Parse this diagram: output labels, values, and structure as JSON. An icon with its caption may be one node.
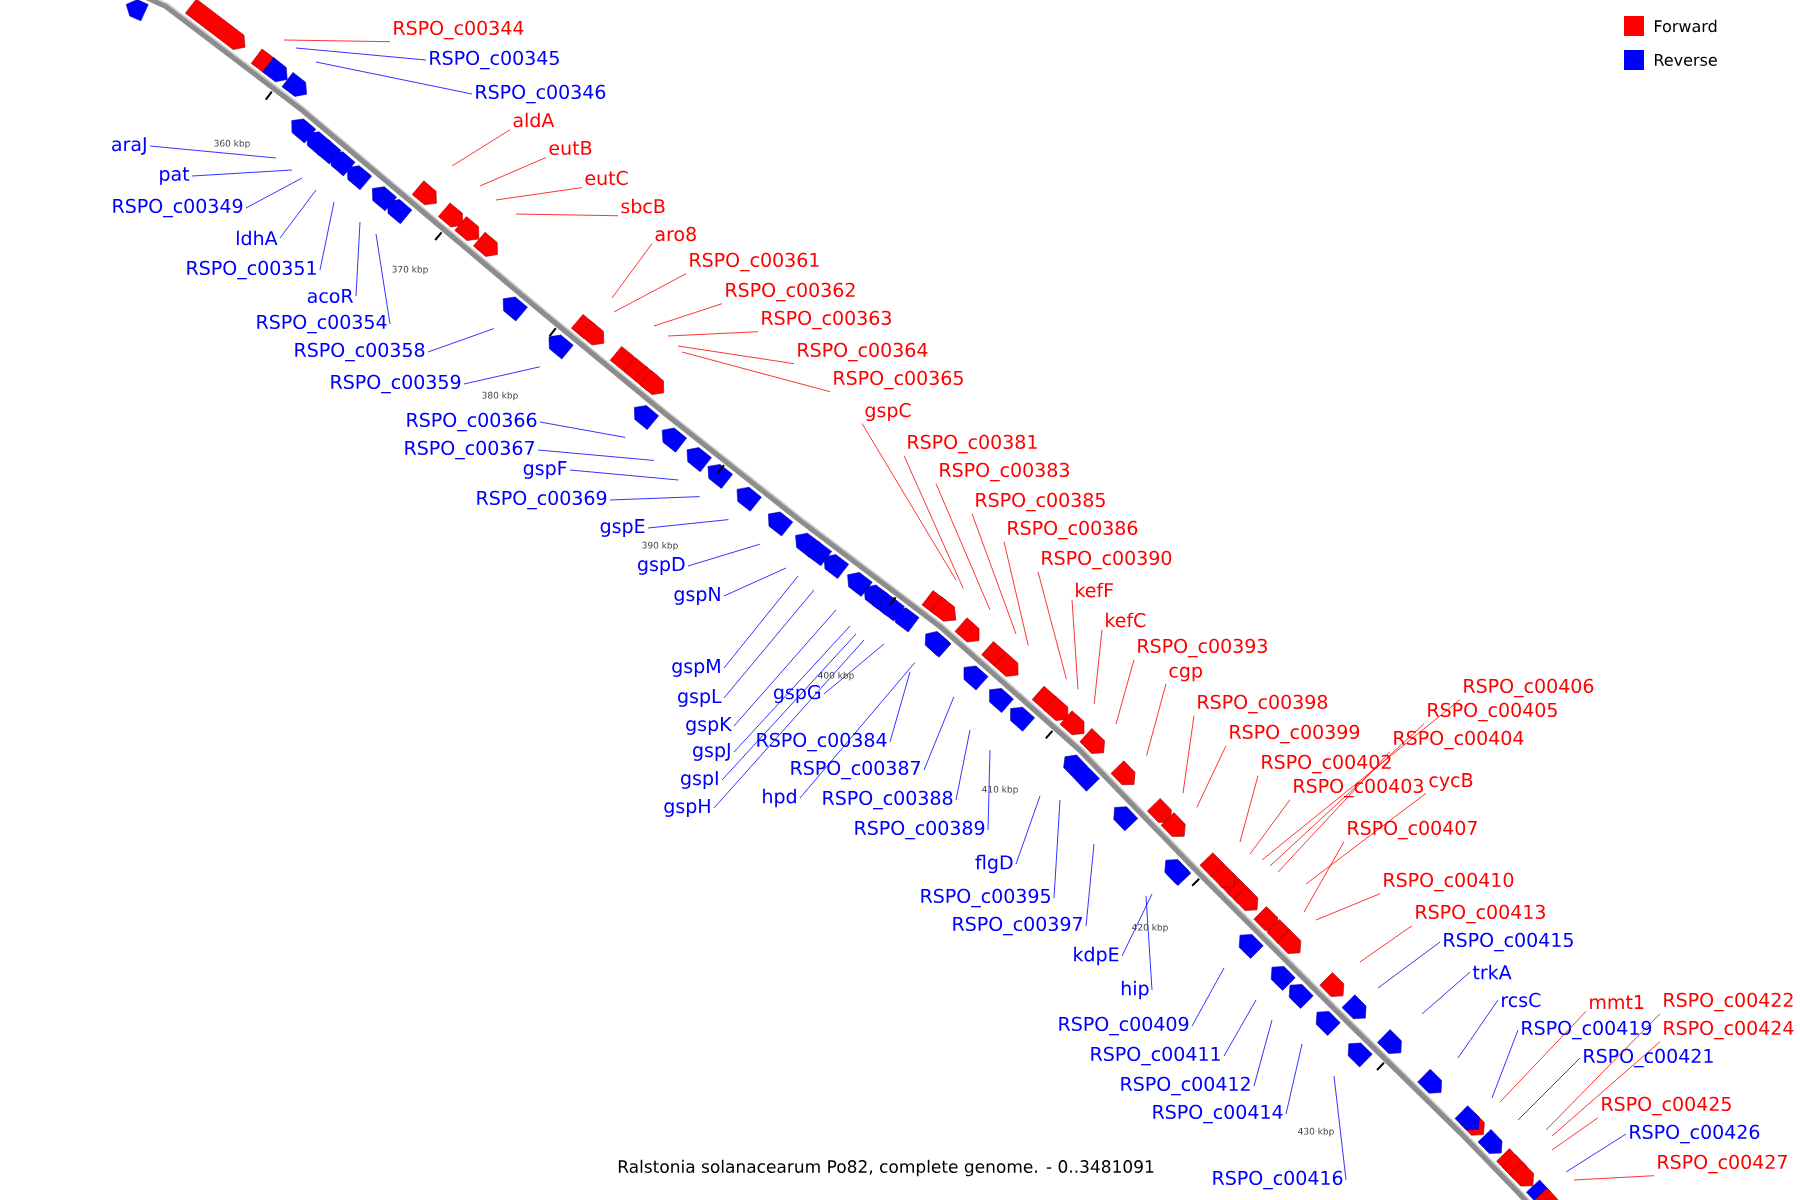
{
  "diagram": {
    "caption": "Ralstonia solanacearum Po82, complete genome. - 0..3481091",
    "nodes": [
      {
        "text": [
          "RSPO_c00344"
        ]
      },
      {
        "text": [
          "RSPO_c00345"
        ]
      },
      {
        "text": [
          "RSPO_c00346"
        ]
      },
      {
        "text": [
          "araJ"
        ]
      },
      {
        "text": [
          "pat"
        ]
      },
      {
        "text": [
          "RSPO_c00349"
        ]
      },
      {
        "text": [
          "ldhA"
        ]
      },
      {
        "text": [
          "RSPO_c00351"
        ]
      },
      {
        "text": [
          "acoR"
        ]
      },
      {
        "text": [
          "RSPO_c00354"
        ]
      },
      {
        "text": [
          "RSPO_c00358"
        ]
      },
      {
        "text": [
          "RSPO_c00359"
        ]
      },
      {
        "text": [
          "aldA"
        ]
      },
      {
        "text": [
          "eutB"
        ]
      },
      {
        "text": [
          "eutC"
        ]
      },
      {
        "text": [
          "sbcB"
        ]
      },
      {
        "text": [
          "aro8"
        ]
      },
      {
        "text": [
          "RSPO_c00361"
        ]
      },
      {
        "text": [
          "RSPO_c00362"
        ]
      },
      {
        "text": [
          "RSPO_c00363"
        ]
      },
      {
        "text": [
          "RSPO_c00364"
        ]
      },
      {
        "text": [
          "RSPO_c00365"
        ]
      },
      {
        "text": [
          "RSPO_c00366"
        ]
      },
      {
        "text": [
          "RSPO_c00367"
        ]
      },
      {
        "text": [
          "gspF"
        ]
      },
      {
        "text": [
          "RSPO_c00369"
        ]
      },
      {
        "text": [
          "gspE"
        ]
      },
      {
        "text": [
          "gspD"
        ]
      },
      {
        "text": [
          "gspN"
        ]
      },
      {
        "text": [
          "gspC"
        ]
      },
      {
        "text": [
          "RSPO_c00381"
        ]
      },
      {
        "text": [
          "RSPO_c00383"
        ]
      },
      {
        "text": [
          "RSPO_c00385"
        ]
      },
      {
        "text": [
          "RSPO_c00386"
        ]
      },
      {
        "text": [
          "RSPO_c00390"
        ]
      },
      {
        "text": [
          "kefF"
        ]
      },
      {
        "text": [
          "kefC"
        ]
      },
      {
        "text": [
          "RSPO_c00393"
        ]
      },
      {
        "text": [
          "cgp"
        ]
      },
      {
        "text": [
          "RSPO_c00398"
        ]
      },
      {
        "text": [
          "RSPO_c00399"
        ]
      },
      {
        "text": [
          "gspM"
        ]
      },
      {
        "text": [
          "gspL"
        ]
      },
      {
        "text": [
          "gspK"
        ]
      },
      {
        "text": [
          "gspJ"
        ]
      },
      {
        "text": [
          "gspI"
        ]
      },
      {
        "text": [
          "gspH"
        ]
      },
      {
        "text": [
          "gspG"
        ]
      },
      {
        "text": [
          "RSPO_c00384"
        ]
      },
      {
        "text": [
          "hpd"
        ]
      },
      {
        "text": [
          "RSPO_c00387"
        ]
      },
      {
        "text": [
          "RSPO_c00388"
        ]
      },
      {
        "text": [
          "RSPO_c00389"
        ]
      },
      {
        "text": [
          "RSPO_c00406"
        ]
      },
      {
        "text": [
          "RSPO_c00405"
        ]
      },
      {
        "text": [
          "RSPO_c00404"
        ]
      },
      {
        "text": [
          "RSPO_c00402"
        ]
      },
      {
        "text": [
          "cycB"
        ]
      },
      {
        "text": [
          "RSPO_c00403"
        ]
      },
      {
        "text": [
          "RSPO_c00407"
        ]
      },
      {
        "text": [
          "flgD"
        ]
      },
      {
        "text": [
          "RSPO_c00410"
        ]
      },
      {
        "text": [
          "RSPO_c00395"
        ]
      },
      {
        "text": [
          "RSPO_c00413"
        ]
      },
      {
        "text": [
          "RSPO_c00397"
        ]
      },
      {
        "text": [
          "RSPO_c00415"
        ]
      },
      {
        "text": [
          "kdpE"
        ]
      },
      {
        "text": [
          "trkA"
        ]
      },
      {
        "text": [
          "hip"
        ]
      },
      {
        "text": [
          "rcsC"
        ]
      },
      {
        "text": [
          "mmt1"
        ]
      },
      {
        "text": [
          "RSPO_c00422"
        ]
      },
      {
        "text": [
          "RSPO_c00409"
        ]
      },
      {
        "text": [
          "RSPO_c00419"
        ]
      },
      {
        "text": [
          "RSPO_c00424"
        ]
      },
      {
        "text": [
          "RSPO_c00411"
        ]
      },
      {
        "text": [
          "RSPO_c00421"
        ]
      },
      {
        "text": [
          "RSPO_c00412"
        ]
      },
      {
        "text": [
          "RSPO_c00425"
        ]
      },
      {
        "text": [
          "RSPO_c00414"
        ]
      },
      {
        "text": [
          "RSPO_c00426"
        ]
      },
      {
        "text": [
          "RSPO_c00427"
        ]
      },
      {
        "text": [
          "RSPO_c00416"
        ]
      }
    ],
    "edges": [
      {
        "from": 0,
        "to": null,
        "arrow": "none",
        "color": "#ff0000"
      },
      {
        "from": 1,
        "to": null,
        "arrow": "none",
        "color": "#0000ff"
      },
      {
        "from": 2,
        "to": null,
        "arrow": "none",
        "color": "#0000ff"
      },
      {
        "from": 3,
        "to": null,
        "arrow": "none",
        "color": "#0000ff"
      },
      {
        "from": 4,
        "to": null,
        "arrow": "none",
        "color": "#0000ff"
      },
      {
        "from": 5,
        "to": null,
        "arrow": "none",
        "color": "#0000ff"
      },
      {
        "from": 6,
        "to": null,
        "arrow": "none",
        "color": "#0000ff"
      },
      {
        "from": 7,
        "to": null,
        "arrow": "none",
        "color": "#0000ff"
      },
      {
        "from": 8,
        "to": null,
        "arrow": "none",
        "color": "#0000ff"
      },
      {
        "from": 9,
        "to": null,
        "arrow": "none",
        "color": "#0000ff"
      },
      {
        "from": 10,
        "to": null,
        "arrow": "none",
        "color": "#0000ff"
      },
      {
        "from": 11,
        "to": null,
        "arrow": "none",
        "color": "#0000ff"
      },
      {
        "from": 12,
        "to": null,
        "arrow": "none",
        "color": "#ff0000"
      },
      {
        "from": 13,
        "to": null,
        "arrow": "none",
        "color": "#ff0000"
      },
      {
        "from": 14,
        "to": null,
        "arrow": "none",
        "color": "#ff0000"
      },
      {
        "from": 15,
        "to": null,
        "arrow": "none",
        "color": "#ff0000"
      },
      {
        "from": 16,
        "to": null,
        "arrow": "none",
        "color": "#ff0000"
      },
      {
        "from": 17,
        "to": null,
        "arrow": "none",
        "color": "#ff0000"
      },
      {
        "from": 18,
        "to": null,
        "arrow": "none",
        "color": "#ff0000"
      },
      {
        "from": 19,
        "to": null,
        "arrow": "none",
        "color": "#ff0000"
      },
      {
        "from": 20,
        "to": null,
        "arrow": "none",
        "color": "#ff0000"
      },
      {
        "from": 21,
        "to": null,
        "arrow": "none",
        "color": "#ff0000"
      },
      {
        "from": 22,
        "to": null,
        "arrow": "none",
        "color": "#0000ff"
      },
      {
        "from": 23,
        "to": null,
        "arrow": "none",
        "color": "#0000ff"
      },
      {
        "from": 24,
        "to": null,
        "arrow": "none",
        "color": "#0000ff"
      },
      {
        "from": 25,
        "to": null,
        "arrow": "none",
        "color": "#0000ff"
      },
      {
        "from": 26,
        "to": null,
        "arrow": "none",
        "color": "#0000ff"
      },
      {
        "from": 27,
        "to": null,
        "arrow": "none",
        "color": "#0000ff"
      },
      {
        "from": 28,
        "to": null,
        "arrow": "none",
        "color": "#0000ff"
      },
      {
        "from": 29,
        "to": null,
        "arrow": "none",
        "color": "#ff0000"
      },
      {
        "from": 30,
        "to": null,
        "arrow": "none",
        "color": "#ff0000"
      },
      {
        "from": 31,
        "to": null,
        "arrow": "none",
        "color": "#ff0000"
      },
      {
        "from": 32,
        "to": null,
        "arrow": "none",
        "color": "#ff0000"
      },
      {
        "from": 33,
        "to": null,
        "arrow": "none",
        "color": "#ff0000"
      },
      {
        "from": 34,
        "to": null,
        "arrow": "none",
        "color": "#ff0000"
      },
      {
        "from": 35,
        "to": null,
        "arrow": "none",
        "color": "#ff0000"
      },
      {
        "from": 36,
        "to": null,
        "arrow": "none",
        "color": "#ff0000"
      },
      {
        "from": 37,
        "to": null,
        "arrow": "none",
        "color": "#ff0000"
      },
      {
        "from": 38,
        "to": null,
        "arrow": "none",
        "color": "#ff0000"
      },
      {
        "from": 39,
        "to": null,
        "arrow": "none",
        "color": "#ff0000"
      },
      {
        "from": 40,
        "to": null,
        "arrow": "none",
        "color": "#ff0000"
      },
      {
        "from": 41,
        "to": null,
        "arrow": "none",
        "color": "#0000ff"
      },
      {
        "from": 42,
        "to": null,
        "arrow": "none",
        "color": "#0000ff"
      },
      {
        "from": 43,
        "to": null,
        "arrow": "none",
        "color": "#0000ff"
      },
      {
        "from": 44,
        "to": null,
        "arrow": "none",
        "color": "#0000ff"
      },
      {
        "from": 45,
        "to": null,
        "arrow": "none",
        "color": "#0000ff"
      },
      {
        "from": 46,
        "to": null,
        "arrow": "none",
        "color": "#0000ff"
      },
      {
        "from": 47,
        "to": null,
        "arrow": "none",
        "color": "#0000ff"
      },
      {
        "from": 48,
        "to": null,
        "arrow": "none",
        "color": "#0000ff"
      },
      {
        "from": 49,
        "to": null,
        "arrow": "none",
        "color": "#0000ff"
      },
      {
        "from": 50,
        "to": null,
        "arrow": "none",
        "color": "#0000ff"
      },
      {
        "from": 51,
        "to": null,
        "arrow": "none",
        "color": "#0000ff"
      },
      {
        "from": 52,
        "to": null,
        "arrow": "none",
        "color": "#0000ff"
      },
      {
        "from": 53,
        "to": null,
        "arrow": "none",
        "color": "#ff0000"
      },
      {
        "from": 54,
        "to": null,
        "arrow": "none",
        "color": "#ff0000"
      },
      {
        "from": 55,
        "to": null,
        "arrow": "none",
        "color": "#ff0000"
      },
      {
        "from": 56,
        "to": null,
        "arrow": "none",
        "color": "#ff0000"
      },
      {
        "from": 57,
        "to": null,
        "arrow": "none",
        "color": "#ff0000"
      },
      {
        "from": 58,
        "to": null,
        "arrow": "none",
        "color": "#ff0000"
      },
      {
        "from": 59,
        "to": null,
        "arrow": "none",
        "color": "#ff0000"
      },
      {
        "from": 60,
        "to": null,
        "arrow": "none",
        "color": "#0000ff"
      },
      {
        "from": 61,
        "to": null,
        "arrow": "none",
        "color": "#ff0000"
      },
      {
        "from": 62,
        "to": null,
        "arrow": "none",
        "color": "#0000ff"
      },
      {
        "from": 63,
        "to": null,
        "arrow": "none",
        "color": "#ff0000"
      },
      {
        "from": 64,
        "to": null,
        "arrow": "none",
        "color": "#0000ff"
      },
      {
        "from": 65,
        "to": null,
        "arrow": "none",
        "color": "#0000ff"
      },
      {
        "from": 66,
        "to": null,
        "arrow": "none",
        "color": "#0000ff"
      },
      {
        "from": 67,
        "to": null,
        "arrow": "none",
        "color": "#0000ff"
      },
      {
        "from": 68,
        "to": null,
        "arrow": "none",
        "color": "#0000ff"
      },
      {
        "from": 69,
        "to": null,
        "arrow": "none",
        "color": "#0000ff"
      },
      {
        "from": 70,
        "to": null,
        "arrow": "none",
        "color": "#ff0000"
      },
      {
        "from": 71,
        "to": null,
        "arrow": "none",
        "color": "#ff0000"
      },
      {
        "from": 72,
        "to": null,
        "arrow": "none",
        "color": "#0000ff"
      },
      {
        "from": 73,
        "to": null,
        "arrow": "none",
        "color": "#0000ff"
      },
      {
        "from": 74,
        "to": null,
        "arrow": "none",
        "color": "#ff0000"
      },
      {
        "from": 75,
        "to": null,
        "arrow": "none",
        "color": "#0000ff"
      },
      {
        "from": 76,
        "to": null,
        "arrow": "none",
        "color": "#0000ff"
      },
      {
        "from": 77,
        "to": null,
        "arrow": "none",
        "color": "#0000ff"
      },
      {
        "from": 78,
        "to": null,
        "arrow": "none",
        "color": "#ff0000"
      },
      {
        "from": 79,
        "to": null,
        "arrow": "none",
        "color": "#0000ff"
      },
      {
        "from": 80,
        "to": null,
        "arrow": "none",
        "color": "#0000ff"
      },
      {
        "from": 81,
        "to": null,
        "arrow": "none",
        "color": "#ff0000"
      },
      {
        "from": 82,
        "to": null,
        "arrow": "none",
        "color": "#0000ff"
      }
    ],
    "labels": [
      "360 kbp",
      "370 kbp",
      "380 kbp",
      "390 kbp",
      "400 kbp",
      "410 kbp",
      "420 kbp",
      "430 kbp"
    ],
    "legend": [
      {
        "text": "Forward",
        "color": "#ff0000"
      },
      {
        "text": "Reverse",
        "color": "#0000ff"
      }
    ]
  }
}
